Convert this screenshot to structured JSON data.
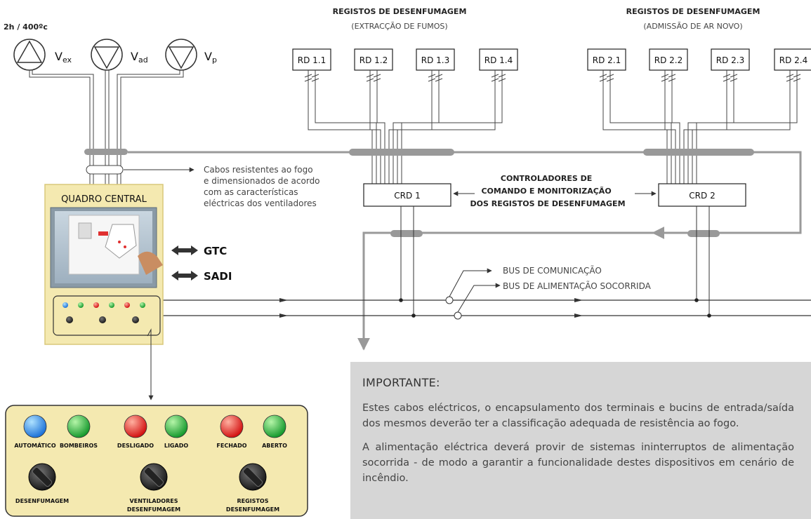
{
  "fire_rating": "2h / 400ºc",
  "fans": [
    {
      "sym": "V",
      "sub": "ex"
    },
    {
      "sym": "V",
      "sub": "ad"
    },
    {
      "sym": "V",
      "sub": "p"
    }
  ],
  "group_extraction": {
    "title": "REGISTOS DE DESENFUMAGEM",
    "subtitle": "(EXTRACÇÃO DE FUMOS)"
  },
  "group_admission": {
    "title": "REGISTOS DE DESENFUMAGEM",
    "subtitle": "(ADMISSÃO DE AR NOVO)"
  },
  "dampers_1": [
    "RD 1.1",
    "RD 1.2",
    "RD 1.3",
    "RD 1.4"
  ],
  "dampers_2": [
    "RD 2.1",
    "RD 2.2",
    "RD 2.3",
    "RD 2.4"
  ],
  "controllers": {
    "crd1": "CRD 1",
    "crd2": "CRD 2"
  },
  "controllers_label": [
    "CONTROLADORES DE",
    "COMANDO E MONITORIZAÇÃO",
    "DOS REGISTOS DE DESENFUMAGEM"
  ],
  "cable_note": [
    "Cabos resistentes ao fogo",
    "e dimensionados de acordo",
    "com as características",
    "eléctricas dos ventiladores"
  ],
  "panel_title": "QUADRO CENTRAL",
  "links": {
    "gtc": "GTC",
    "sadi": "SADI"
  },
  "bus": {
    "comm": "BUS DE COMUNICAÇÃO",
    "power": "BUS DE ALIMENTAÇÃO SOCORRIDA"
  },
  "leds": [
    {
      "label": "AUTOMÁTICO",
      "color": "#1e73d8"
    },
    {
      "label": "BOMBEIROS",
      "color": "#1fa83a"
    },
    {
      "label": "DESLIGADO",
      "color": "#e01d1d"
    },
    {
      "label": "LIGADO",
      "color": "#1fa83a"
    },
    {
      "label": "FECHADO",
      "color": "#e01d1d"
    },
    {
      "label": "ABERTO",
      "color": "#1fa83a"
    }
  ],
  "knobs": [
    {
      "l1": "DESENFUMAGEM",
      "l2": ""
    },
    {
      "l1": "VENTILADORES",
      "l2": "DESENFUMAGEM"
    },
    {
      "l1": "REGISTOS",
      "l2": "DESENFUMAGEM"
    }
  ],
  "note": {
    "heading": "IMPORTANTE:",
    "p1": "Estes cabos eléctricos, o encapsulamento dos terminais e bucins de entrada/saída dos mesmos deverão ter a classificação adequada de resistência ao fogo.",
    "p2": "A alimentação eléctrica deverá provir de sistemas ininterruptos de alimentação socorrida - de modo a garantir a funcionalidade destes dispositivos em cenário de incêndio."
  },
  "colors": {
    "panel": "#f4e9b0",
    "panel_border": "#d9c87a",
    "cable": "#9a9a9a",
    "note_bg": "#d6d6d6"
  }
}
